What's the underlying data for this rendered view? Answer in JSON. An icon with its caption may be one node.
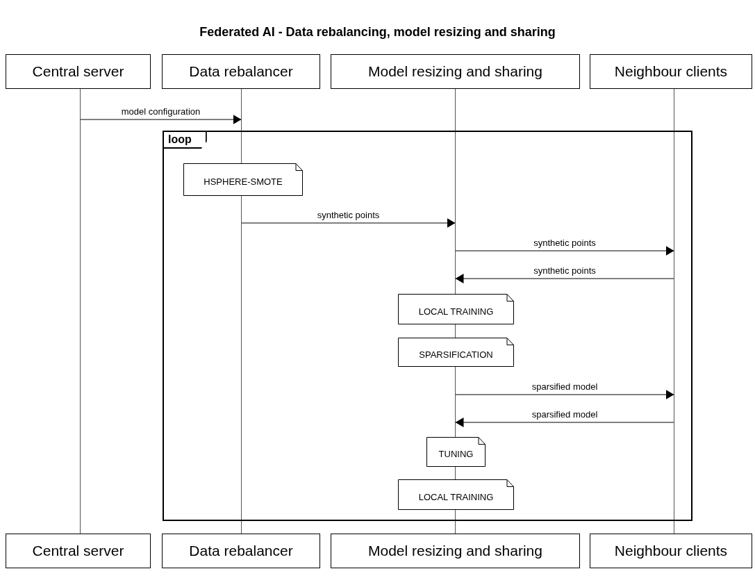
{
  "diagram": {
    "title": "Federated AI - Data rebalancing, model resizing and sharing",
    "nodes": [
      {
        "text": [
          "Central server"
        ]
      },
      {
        "text": [
          "Data rebalancer"
        ]
      },
      {
        "text": [
          "Model resizing and sharing"
        ]
      },
      {
        "text": [
          "Neighbour clients"
        ]
      },
      {
        "text": [],
        "shape": "bar"
      },
      {
        "text": [],
        "shape": "bar"
      },
      {
        "text": [],
        "shape": "bar"
      },
      {
        "text": [],
        "shape": "bar"
      },
      {
        "text": [
          "loop"
        ]
      },
      {
        "text": [
          "HSPHERE-SMOTE"
        ],
        "in": 8
      },
      {
        "text": [
          "LOCAL TRAINING"
        ],
        "in": 8
      },
      {
        "text": [
          "SPARSIFICATION"
        ],
        "in": 8
      },
      {
        "text": [
          "TUNING"
        ],
        "in": 8
      },
      {
        "text": [
          "LOCAL TRAINING"
        ],
        "in": 8
      },
      {
        "text": [
          "Central server"
        ]
      },
      {
        "text": [
          "Data rebalancer"
        ]
      },
      {
        "text": [
          "Model resizing and sharing"
        ]
      },
      {
        "text": [
          "Neighbour clients"
        ]
      }
    ],
    "edges": [
      {
        "from": 4,
        "to": 5,
        "arrow": "to",
        "label": "model configuration"
      },
      {
        "from": 5,
        "to": 6,
        "arrow": "to",
        "label": "synthetic points"
      },
      {
        "from": 6,
        "to": 7,
        "arrow": "to",
        "label": "synthetic points"
      },
      {
        "from": 7,
        "to": 6,
        "arrow": "to",
        "label": "synthetic points"
      },
      {
        "from": 6,
        "to": 7,
        "arrow": "to",
        "label": "sparsified model"
      },
      {
        "from": 7,
        "to": 6,
        "arrow": "to",
        "label": "sparsified model"
      }
    ]
  }
}
